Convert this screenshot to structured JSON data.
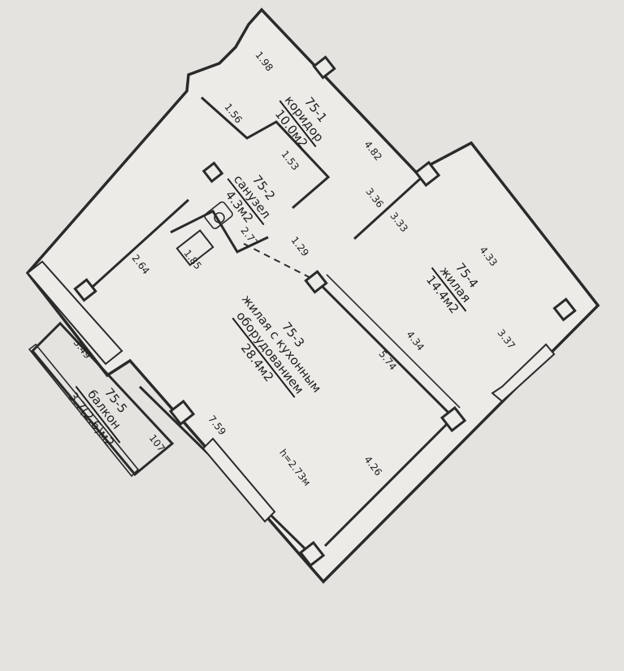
{
  "rooms": {
    "corridor": {
      "number": "75-1",
      "name": "коридор",
      "area": "10.0м2"
    },
    "bathroom": {
      "number": "75-2",
      "name": "санузел",
      "area": "4.3м2"
    },
    "living_kitchen": {
      "number": "75-3",
      "name_line1": "жилая с кухонным",
      "name_line2": "оборудованием",
      "area": "28.4м2"
    },
    "bedroom": {
      "number": "75-4",
      "name": "жилая",
      "area": "14.4м2"
    },
    "balcony": {
      "number": "75-5",
      "name": "балкон",
      "area": "3.7(2.6)м2"
    }
  },
  "ceiling_height": "h=2.73м",
  "dimensions": {
    "d1_98": "1.98",
    "d1_56": "1.56",
    "d4_82": "4.82",
    "d1_53": "1.53",
    "d3_36": "3.36",
    "d3_33": "3.33",
    "d4_33": "4.33",
    "d2_77": "2.77",
    "d1_29": "1.29",
    "d1_85": "1.85",
    "d2_64": "2.64",
    "d3_49": "3.49",
    "d4_34": "4.34",
    "d5_74": "5.74",
    "d3_37": "3.37",
    "d7_59": "7.59",
    "d1_07": "107",
    "d4_26": "4.26"
  },
  "colors": {
    "paper": "#e4e3df",
    "ink": "#2a2a2a"
  }
}
